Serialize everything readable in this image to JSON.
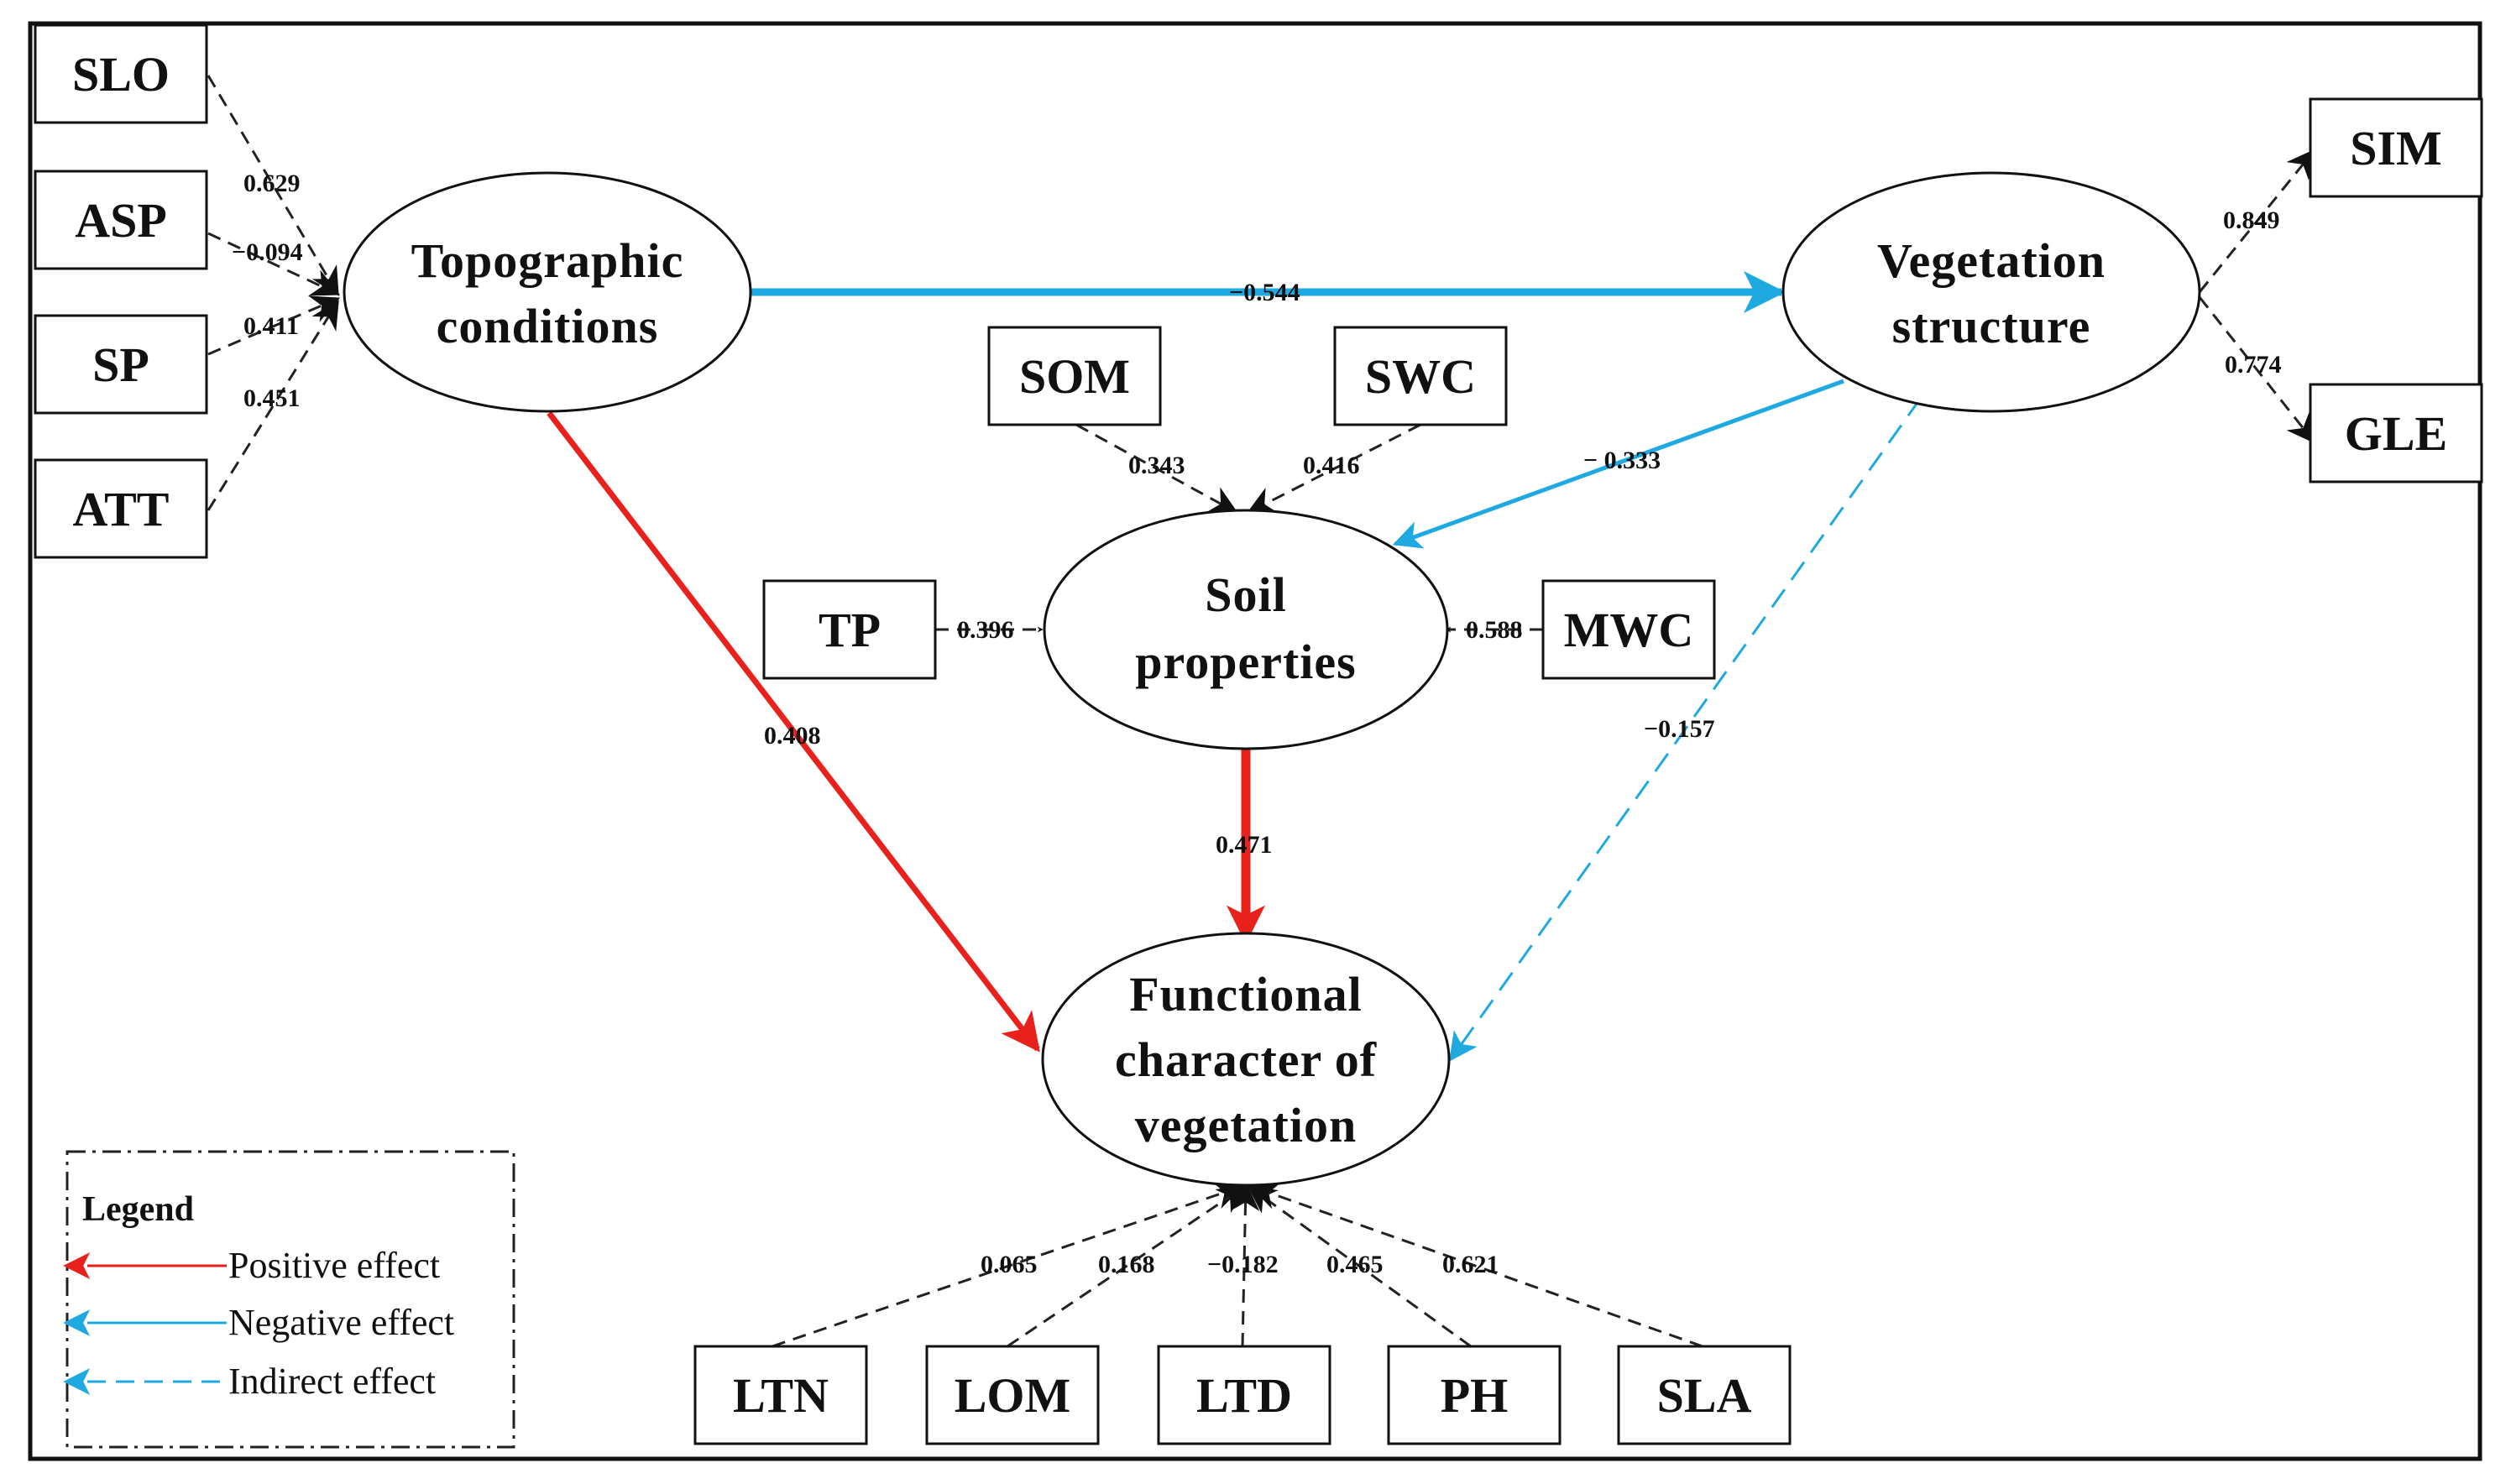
{
  "colors": {
    "positive": "#e8211d",
    "negative": "#1fa9e1",
    "indicator": "#222222"
  },
  "latent": {
    "topo": [
      "Topographic",
      "conditions"
    ],
    "veg": [
      "Vegetation",
      "structure"
    ],
    "soil": [
      "Soil",
      "properties"
    ],
    "func": [
      "Functional",
      "character of",
      "vegetation"
    ]
  },
  "indicators": {
    "SLO": "SLO",
    "ASP": "ASP",
    "SP": "SP",
    "ATT": "ATT",
    "SIM": "SIM",
    "GLE": "GLE",
    "SOM": "SOM",
    "SWC": "SWC",
    "TP": "TP",
    "MWC": "MWC",
    "LTN": "LTN",
    "LOM": "LOM",
    "LTD": "LTD",
    "PH": "PH",
    "SLA": "SLA"
  },
  "coefficients": {
    "slo": "0.629",
    "asp": "−0.094",
    "sp": "0.411",
    "att": "0.451",
    "sim": "0.849",
    "gle": "0.774",
    "som": "0.343",
    "swc": "0.416",
    "tp": "0.396",
    "mwc": "0.588",
    "ltn": "0.065",
    "lom": "0.168",
    "ltd": "−0.182",
    "ph": "0.465",
    "sla": "0.621",
    "topo_veg": "−0.544",
    "veg_soil": "− 0.333",
    "topo_func": "0.408",
    "soil_func": "0.471",
    "veg_func": "−0.157"
  },
  "legend": {
    "title": "Legend",
    "positive": "Positive effect",
    "negative": "Negative effect",
    "indirect": "Indirect effect"
  }
}
